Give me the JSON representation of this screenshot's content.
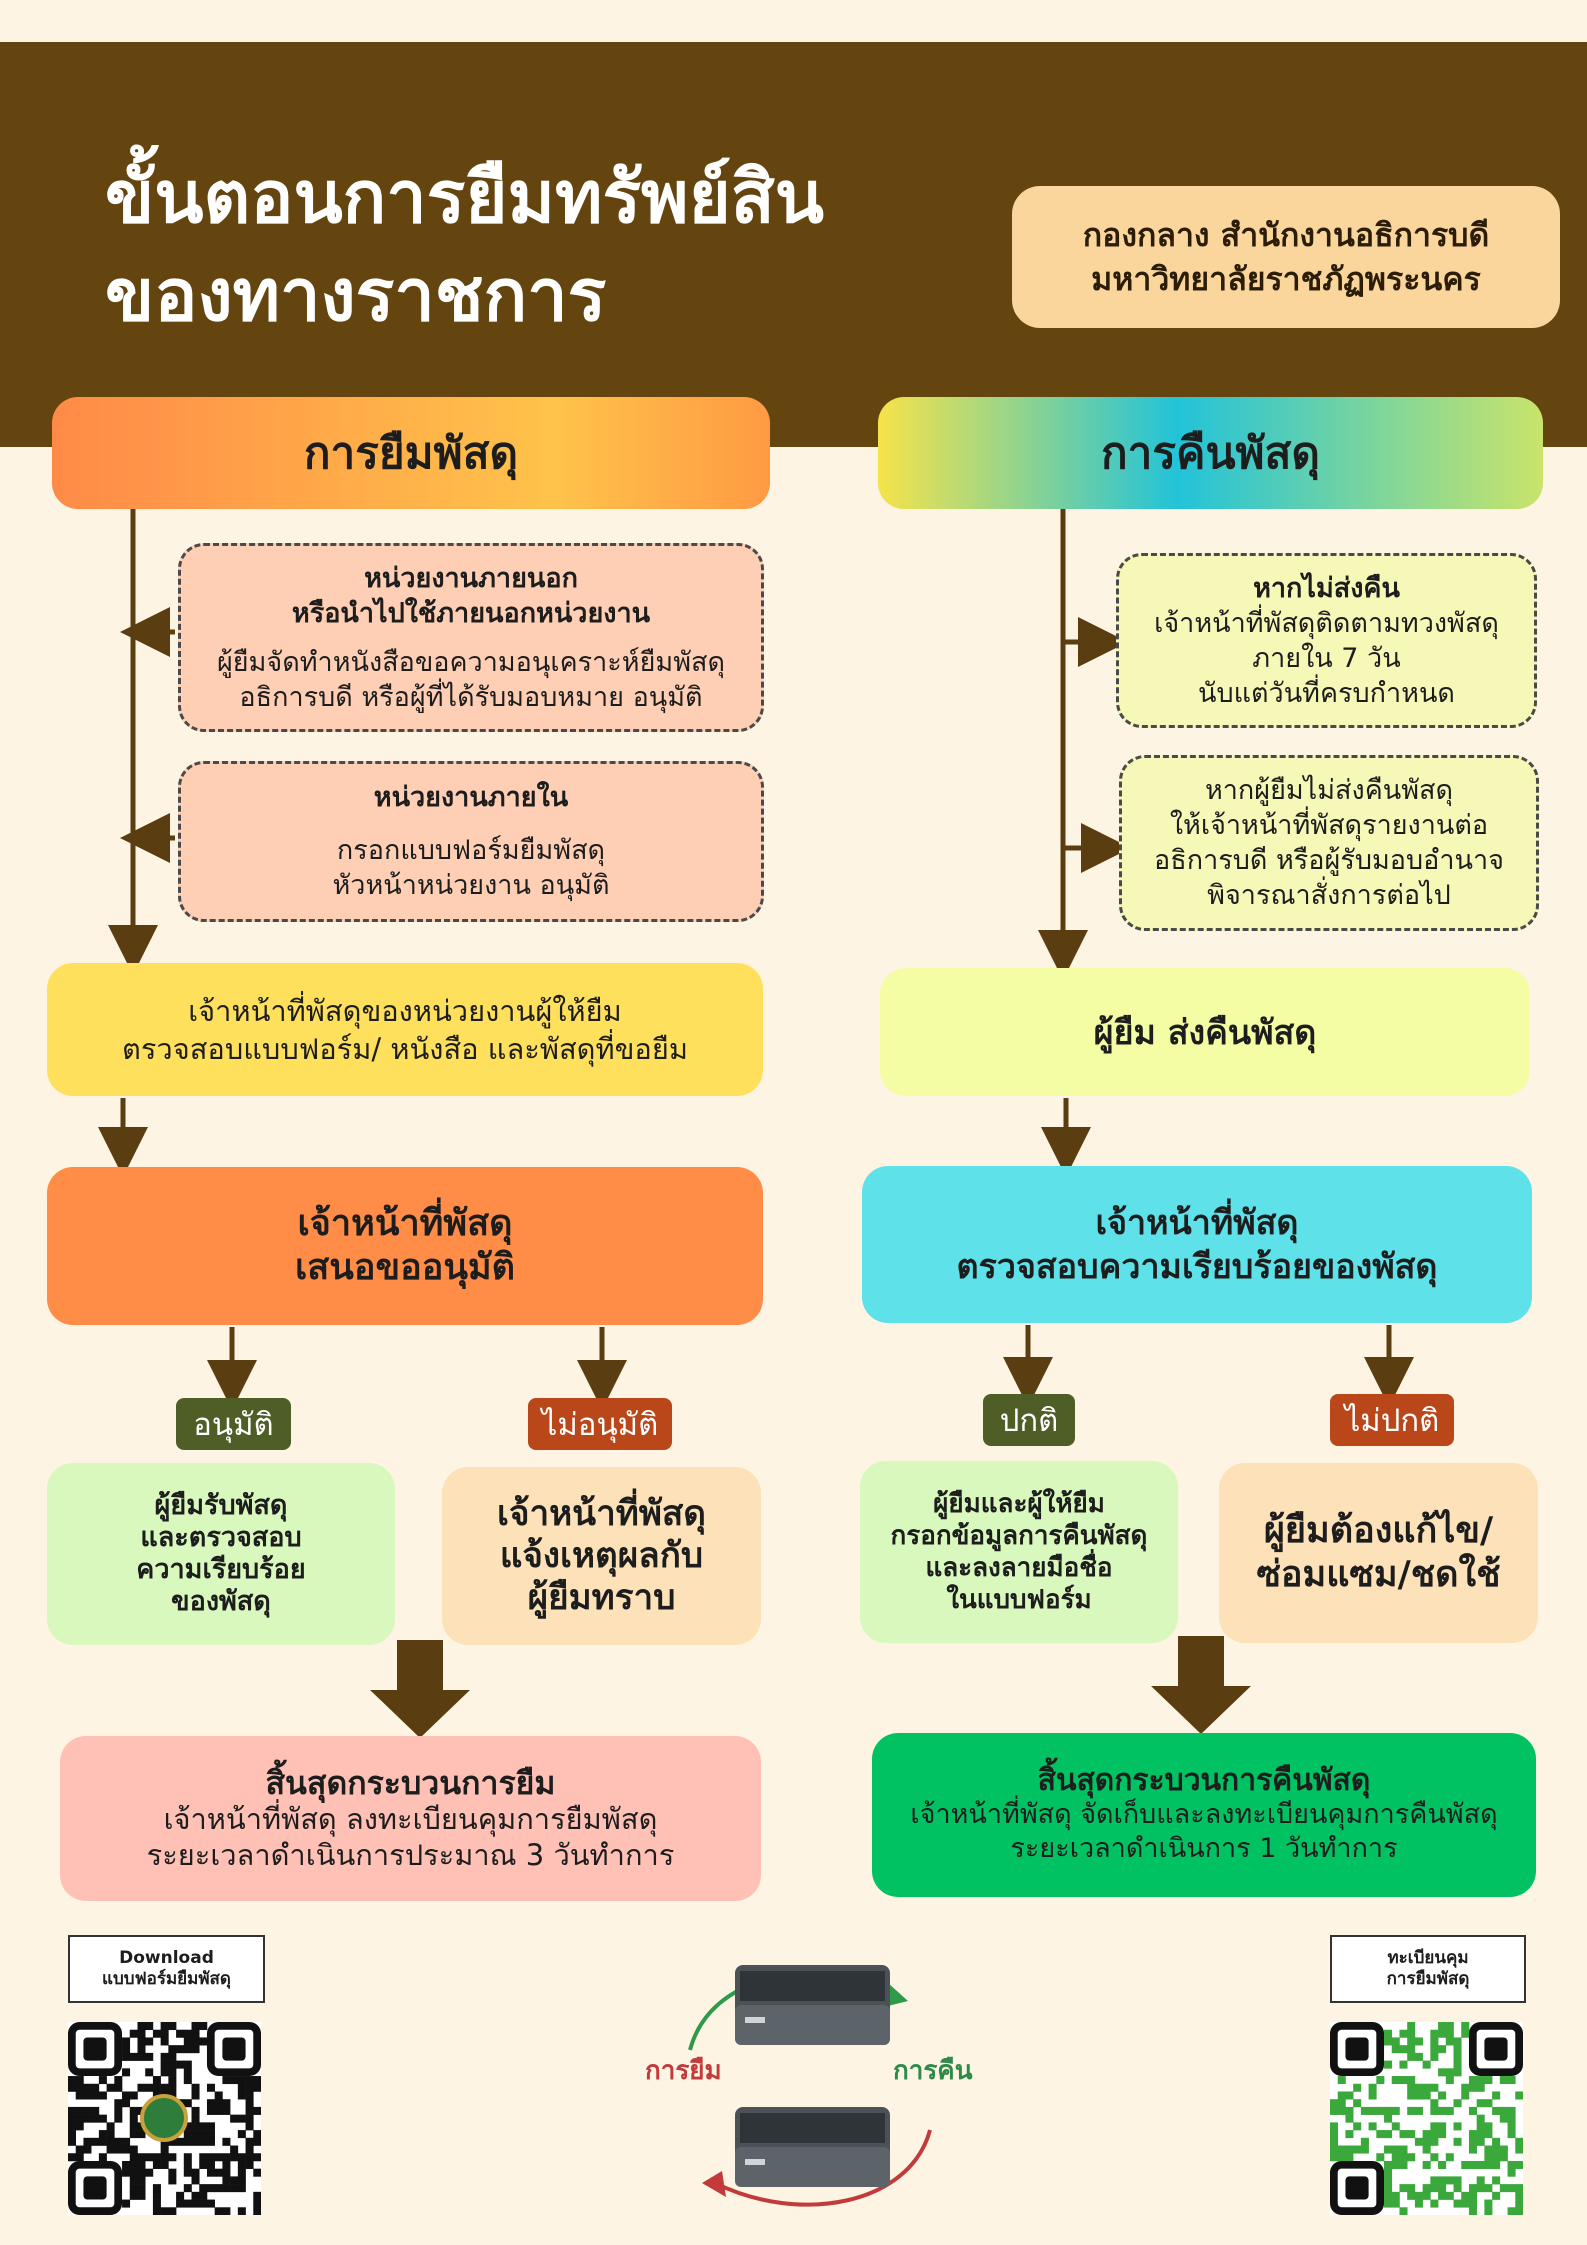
{
  "header": {
    "title_line1": "ขั้นตอนการยืมทรัพย์สิน",
    "title_line2": "ของทางราชการ",
    "org_line1": "กองกลาง สำนักงานอธิการบดี",
    "org_line2": "มหาวิทยาลัยราชภัฏพระนคร"
  },
  "borrow": {
    "heading": "การยืมพัสดุ",
    "external": {
      "title_line1": "หน่วยงานภายนอก",
      "title_line2": "หรือนำไปใช้ภายนอกหน่วยงาน",
      "line1": "ผู้ยืมจัดทำหนังสือขอความอนุเคราะห์ยืมพัสดุ",
      "line2": "อธิการบดี หรือผู้ที่ได้รับมอบหมาย  อนุมัติ"
    },
    "internal": {
      "title": "หน่วยงานภายใน",
      "line1": "กรอกแบบฟอร์มยืมพัสดุ",
      "line2": "หัวหน้าหน่วยงาน อนุมัติ"
    },
    "officer_check": {
      "line1": "เจ้าหน้าที่พัสดุของหน่วยงานผู้ให้ยืม",
      "line2": "ตรวจสอบแบบฟอร์ม/ หนังสือ และพัสดุที่ขอยืม"
    },
    "officer_propose": {
      "line1": "เจ้าหน้าที่พัสดุ",
      "line2": "เสนอขออนุมัติ"
    },
    "approve_tag": "อนุมัติ",
    "not_approve_tag": "ไม่อนุมัติ",
    "approve_result": {
      "line1": "ผู้ยืมรับพัสดุ",
      "line2": "และตรวจสอบ",
      "line3": "ความเรียบร้อย",
      "line4": "ของพัสดุ"
    },
    "not_approve_result": {
      "line1": "เจ้าหน้าที่พัสดุ",
      "line2": "แจ้งเหตุผลกับ",
      "line3": "ผู้ยืมทราบ"
    },
    "end": {
      "title": "สิ้นสุดกระบวนการยืม",
      "line1": "เจ้าหน้าที่พัสดุ ลงทะเบียนคุมการยืมพัสดุ",
      "line2": "ระยะเวลาดำเนินการประมาณ 3 วันทำการ"
    }
  },
  "return": {
    "heading": "การคืนพัสดุ",
    "not_returned_1": {
      "title": "หากไม่ส่งคืน",
      "line1": "เจ้าหน้าที่พัสดุติดตามทวงพัสดุ",
      "line2": "ภายใน 7 วัน",
      "line3": "นับแต่วันที่ครบกำหนด"
    },
    "not_returned_2": {
      "line1": "หากผู้ยืมไม่ส่งคืนพัสดุ",
      "line2": "ให้เจ้าหน้าที่พัสดุรายงานต่อ",
      "line3": "อธิการบดี หรือผู้รับมอบอำนาจ",
      "line4": "พิจารณาสั่งการต่อไป"
    },
    "borrower_returns": "ผู้ยืม ส่งคืนพัสดุ",
    "officer_inspect": {
      "line1": "เจ้าหน้าที่พัสดุ",
      "line2": "ตรวจสอบความเรียบร้อยของพัสดุ"
    },
    "normal_tag": "ปกติ",
    "abnormal_tag": "ไม่ปกติ",
    "normal_result": {
      "line1": "ผู้ยืมและผู้ให้ยืม",
      "line2": "กรอกข้อมูลการคืนพัสดุ",
      "line3": "และลงลายมือชื่อ",
      "line4": "ในแบบฟอร์ม"
    },
    "abnormal_result": {
      "line1": "ผู้ยืมต้องแก้ไข/",
      "line2": "ซ่อมแซม/ชดใช้"
    },
    "end": {
      "title": "สิ้นสุดกระบวนการคืนพัสดุ",
      "line1": "เจ้าหน้าที่พัสดุ จัดเก็บและลงทะเบียนคุมการคืนพัสดุ",
      "line2": "ระยะเวลาดำเนินการ 1 วันทำการ"
    }
  },
  "footer": {
    "download_line1": "Download",
    "download_line2": "แบบฟอร์มยืมพัสดุ",
    "register_line1": "ทะเบียนคุม",
    "register_line2": "การยืมพัสดุ",
    "cycle_borrow": "การยืม",
    "cycle_return": "การคืน"
  },
  "colors": {
    "header_band": "#65450f",
    "arrow": "#5a3e12",
    "approve_tag": "#4f5e27",
    "not_approve_tag": "#b9471a"
  }
}
